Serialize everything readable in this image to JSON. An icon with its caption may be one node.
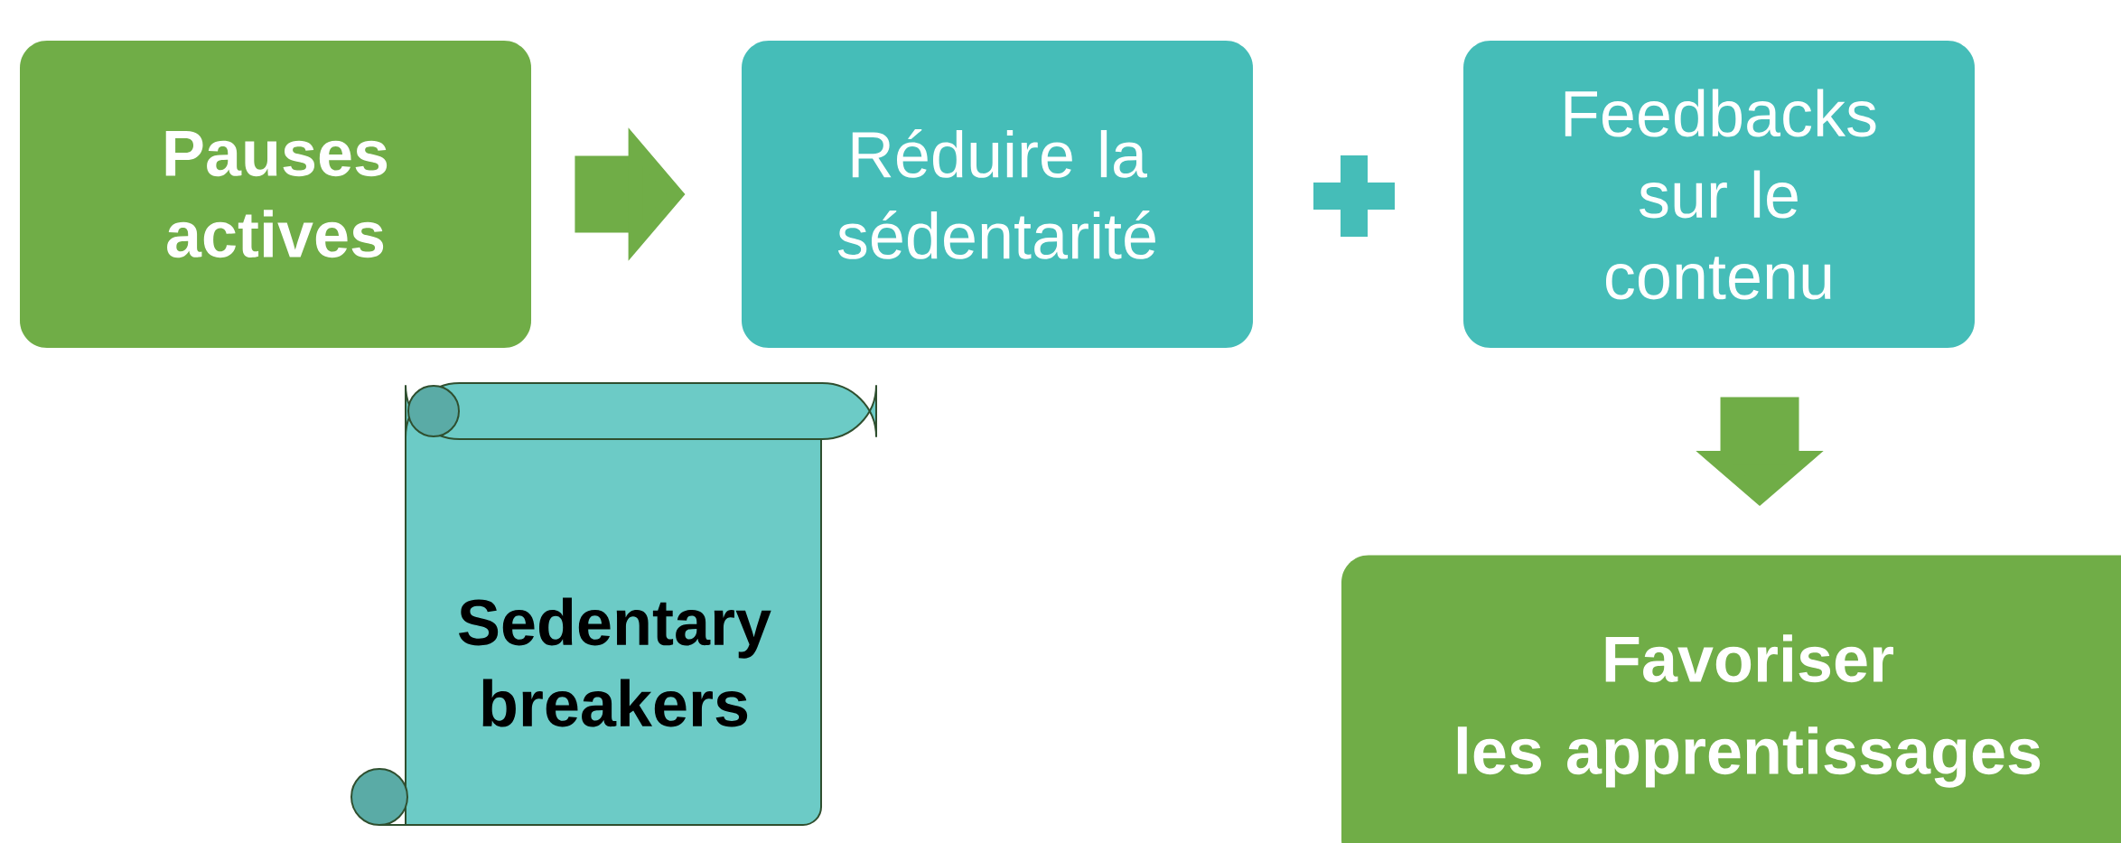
{
  "diagram": {
    "nodes": [
      {
        "text": [
          "Pauses actives"
        ]
      },
      {
        "text": [
          "Réduire la sédentarité"
        ]
      },
      {
        "text": [
          "Feedbacks sur le contenu"
        ]
      },
      {
        "text": [
          "Sedentary breakers"
        ]
      },
      {
        "text": [
          "Favoriser",
          "les apprentissages"
        ]
      }
    ],
    "edges": [
      {
        "from": 0,
        "to": 1,
        "arrow": "to"
      },
      {
        "from": 2,
        "to": 4,
        "arrow": "to"
      }
    ]
  }
}
